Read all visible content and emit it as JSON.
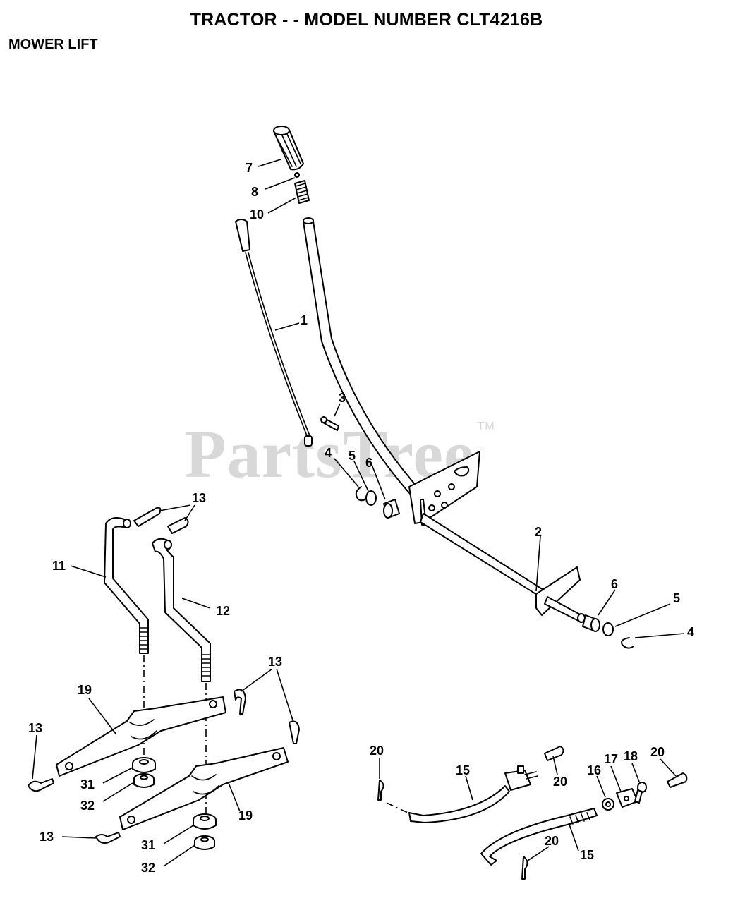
{
  "header": {
    "title": "TRACTOR - - MODEL NUMBER CLT4216B",
    "section": "MOWER LIFT"
  },
  "watermark": {
    "text": "PartsTree",
    "mark": "TM"
  },
  "labels": {
    "p1": "1",
    "p2": "2",
    "p3": "3",
    "p4a": "4",
    "p4b": "4",
    "p5a": "5",
    "p5b": "5",
    "p6a": "6",
    "p6b": "6",
    "p7": "7",
    "p8": "8",
    "p10": "10",
    "p11": "11",
    "p12": "12",
    "p13a": "13",
    "p13b": "13",
    "p13c": "13",
    "p13d": "13",
    "p15a": "15",
    "p15b": "15",
    "p16": "16",
    "p17": "17",
    "p18": "18",
    "p19a": "19",
    "p19b": "19",
    "p20a": "20",
    "p20b": "20",
    "p20c": "20",
    "p20d": "20",
    "p31a": "31",
    "p31b": "31",
    "p32a": "32",
    "p32b": "32"
  }
}
